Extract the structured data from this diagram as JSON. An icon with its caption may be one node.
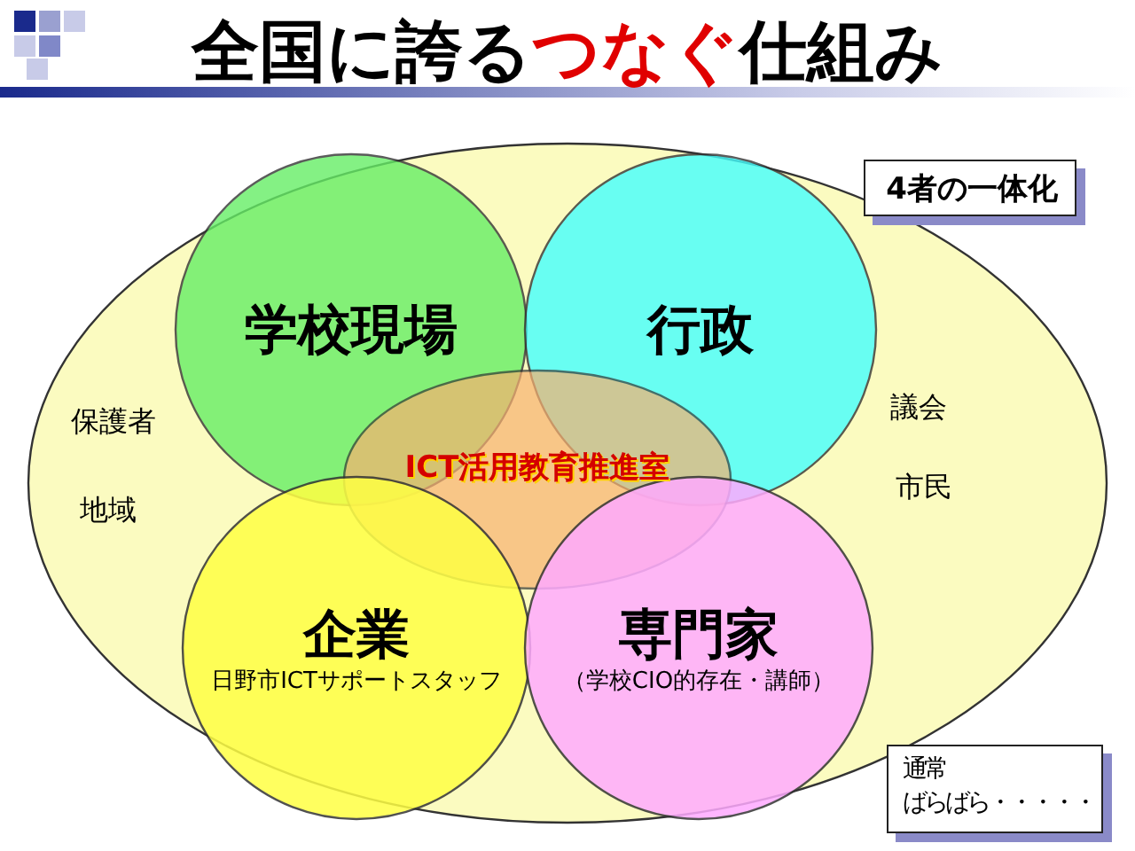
{
  "diagram": {
    "title": "全国に誇るつなぐ仕組み",
    "nodes": [
      {
        "text": [],
        "shape": "ellipse"
      },
      {
        "text": [
          "学校現場"
        ],
        "in": 0
      },
      {
        "text": [
          "行政"
        ],
        "in": 0
      },
      {
        "text": [
          "ICT活用教育推進室"
        ],
        "in": 0
      },
      {
        "text": [
          "企業",
          "日野市ICTサポートスタッフ"
        ],
        "in": 0
      },
      {
        "text": [
          "専門家",
          "（学校CIO的存在・講師）"
        ],
        "in": 0
      },
      {
        "text": [
          "4者の一体化"
        ]
      },
      {
        "text": [
          "通常ばらばら・・・・・"
        ]
      }
    ],
    "edges": [],
    "labels": [
      "保護者",
      "議会",
      "地域",
      "市民"
    ]
  }
}
